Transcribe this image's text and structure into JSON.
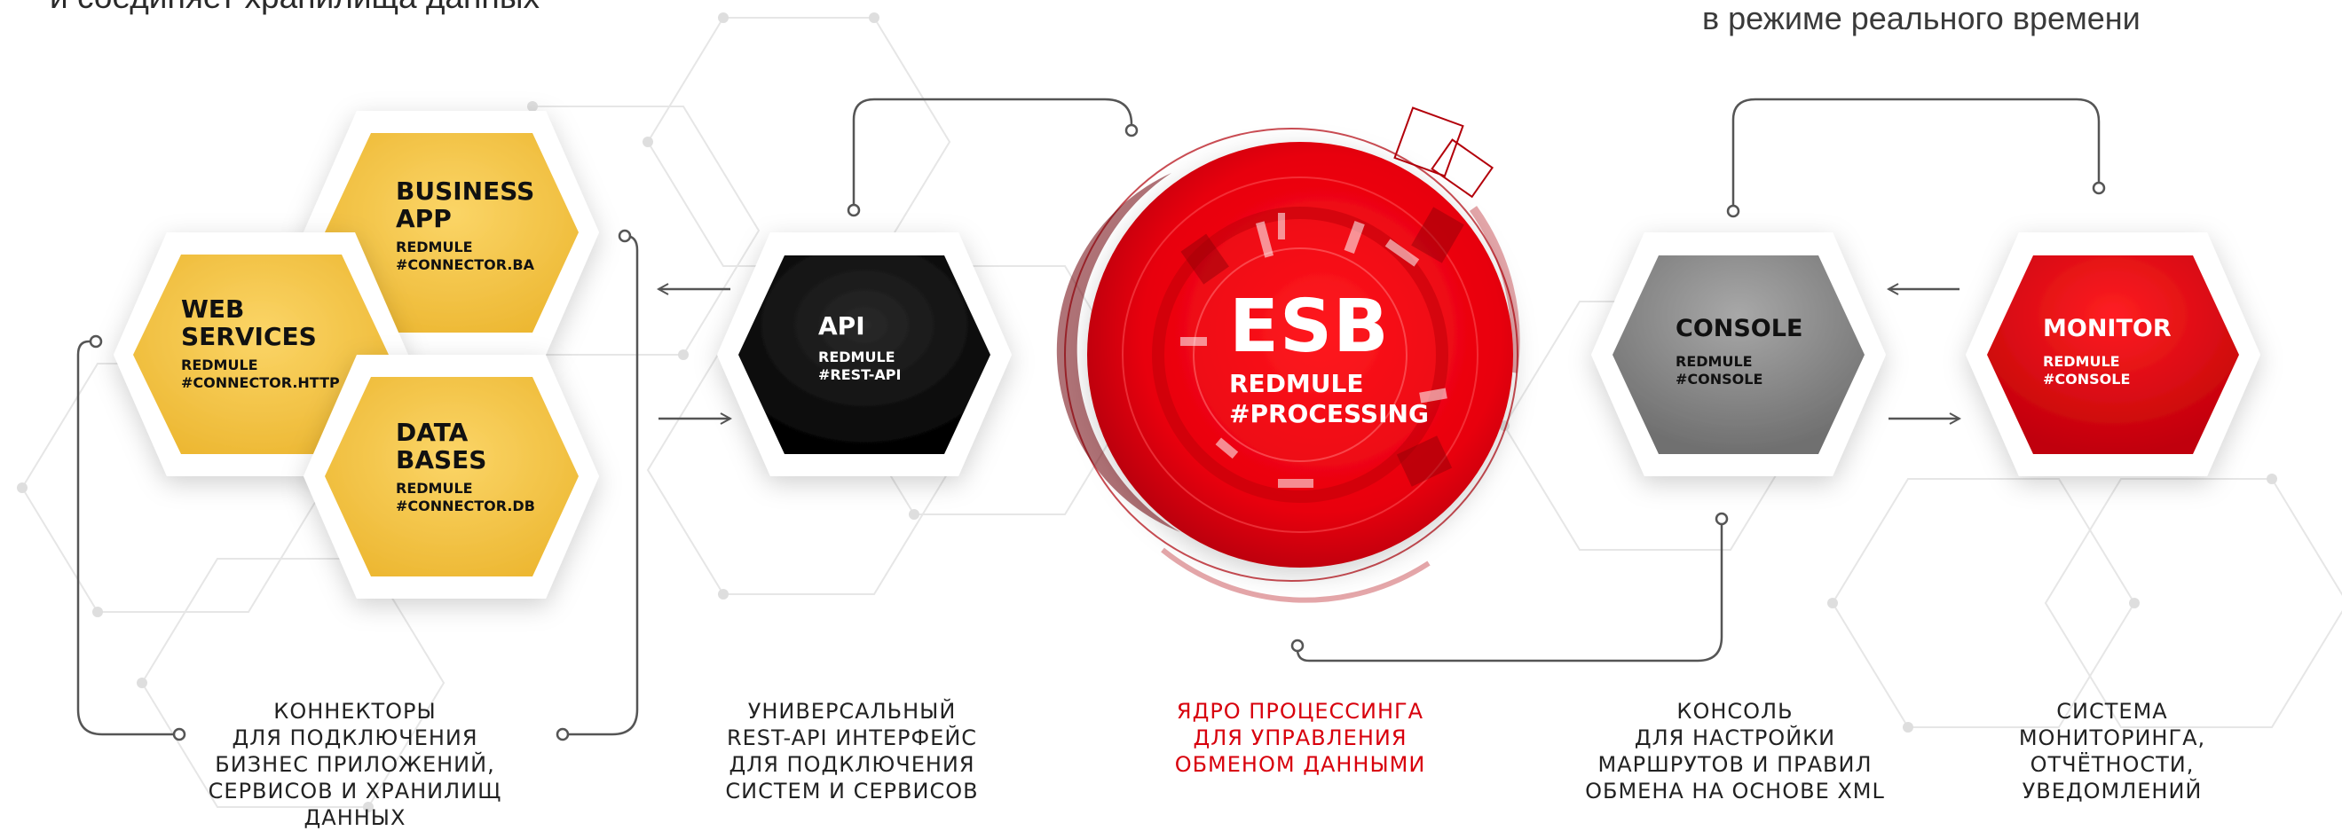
{
  "header": {
    "left_text": "и соединяет хранилища данных",
    "right_text": "в режиме реального времени"
  },
  "colors": {
    "accent_red": "#e3000f",
    "honey": "#f5c64a",
    "dark": "#111111",
    "gray": "#8a8a8a",
    "line": "#555555"
  },
  "nodes": {
    "business_app": {
      "title_1": "BUSINESS",
      "title_2": "APP",
      "sub_1": "REDMULE",
      "sub_2": "#CONNECTOR.BA"
    },
    "web_services": {
      "title_1": "WEB",
      "title_2": "SERVICES",
      "sub_1": "REDMULE",
      "sub_2": "#CONNECTOR.HTTP"
    },
    "data_bases": {
      "title_1": "DATA",
      "title_2": "BASES",
      "sub_1": "REDMULE",
      "sub_2": "#CONNECTOR.DB"
    },
    "api": {
      "title": "API",
      "sub_1": "REDMULE",
      "sub_2": "#REST-API"
    },
    "esb": {
      "title": "ESB",
      "sub_1": "REDMULE",
      "sub_2": "#PROCESSING"
    },
    "console": {
      "title": "CONSOLE",
      "sub_1": "REDMULE",
      "sub_2": "#CONSOLE"
    },
    "monitor": {
      "title": "MONITOR",
      "sub_1": "REDMULE",
      "sub_2": "#CONSOLE"
    }
  },
  "captions": {
    "connectors": [
      "КОННЕКТОРЫ",
      "ДЛЯ ПОДКЛЮЧЕНИЯ",
      "БИЗНЕС ПРИЛОЖЕНИЙ,",
      "СЕРВИСОВ И ХРАНИЛИЩ",
      "ДАННЫХ"
    ],
    "api": [
      "УНИВЕРСАЛЬНЫЙ",
      "REST-API ИНТЕРФЕЙС",
      "ДЛЯ ПОДКЛЮЧЕНИЯ",
      "СИСТЕМ И СЕРВИСОВ"
    ],
    "esb": [
      "ЯДРО ПРОЦЕССИНГА",
      "ДЛЯ УПРАВЛЕНИЯ",
      "ОБМЕНОМ ДАННЫМИ"
    ],
    "console": [
      "КОНСОЛЬ",
      "ДЛЯ НАСТРОЙКИ",
      "МАРШРУТОВ И ПРАВИЛ",
      "ОБМЕНА НА ОСНОВЕ XML"
    ],
    "monitor": [
      "СИСТЕМА",
      "МОНИТОРИНГА,",
      "ОТЧЁТНОСТИ,",
      "УВЕДОМЛЕНИЙ"
    ]
  }
}
